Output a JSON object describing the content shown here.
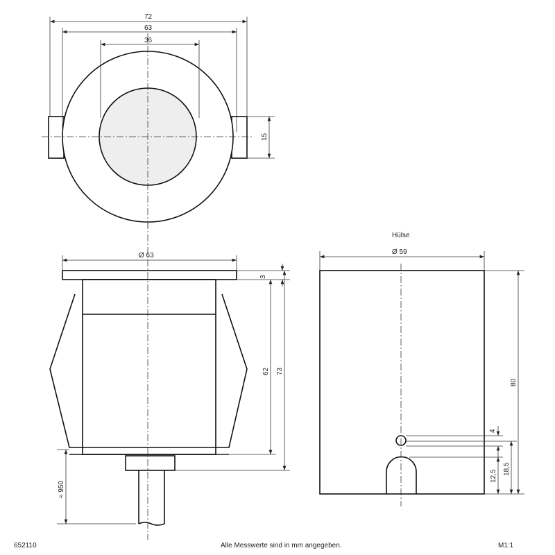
{
  "top_view": {
    "dim_72": "72",
    "dim_63": "63",
    "dim_36": "36",
    "dim_15": "15"
  },
  "side_view": {
    "dim_diameter": "Ø 63",
    "dim_3": "3",
    "dim_62": "62",
    "dim_73": "73",
    "dim_cable": "≈ 950"
  },
  "sleeve_view": {
    "title": "Hülse",
    "dim_diameter": "Ø 59",
    "dim_80": "80",
    "dim_4": "4",
    "dim_12_5": "12,5",
    "dim_18_5": "18,5"
  },
  "footer": {
    "article_number": "652110",
    "note": "Alle Messwerte sind in mm angegeben.",
    "scale": "M1:1"
  },
  "colors": {
    "line": "#111111",
    "lens_fill": "#eeeeee"
  }
}
